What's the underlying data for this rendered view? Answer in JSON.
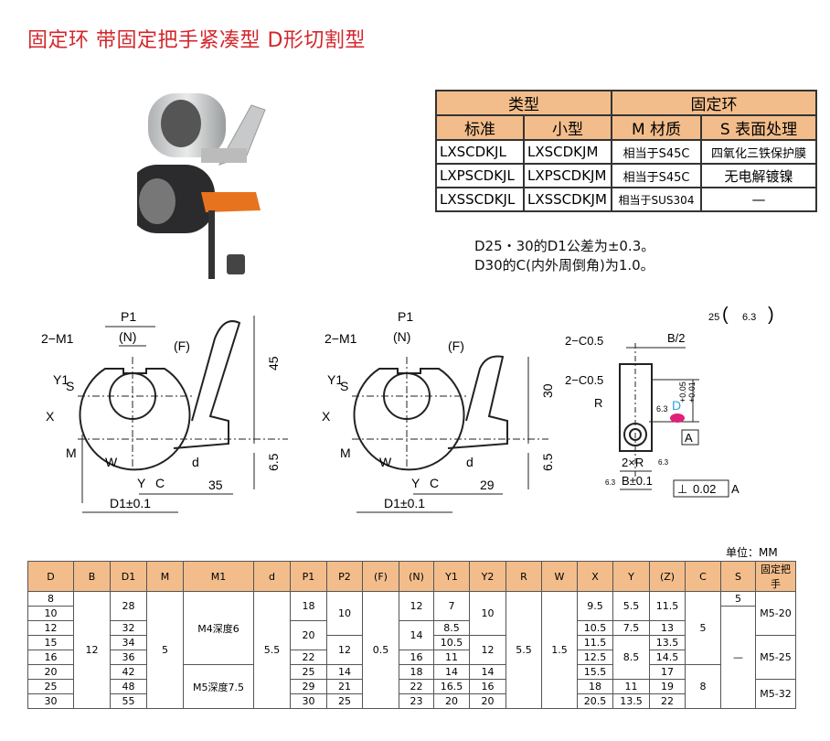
{
  "title": "固定环 带固定把手紧凑型 D形切割型",
  "spec_table": {
    "group_type": "类型",
    "group_ring": "固定环",
    "col_standard": "标准",
    "col_small": "小型",
    "col_material": "M 材质",
    "col_surface": "S  表面处理",
    "rows": [
      {
        "standard": "LXSCDKJL",
        "small": "LXSCDKJM",
        "material": "相当于S45C",
        "surface": "四氧化三铁保护膜"
      },
      {
        "standard": "LXPSCDKJL",
        "small": "LXPSCDKJM",
        "material": "相当于S45C",
        "surface": "无电解镀镍"
      },
      {
        "standard": "LXSSCDKJL",
        "small": "LXSSCDKJM",
        "material": "相当于SUS304",
        "surface": "—"
      }
    ]
  },
  "notes": [
    "D25・30的D1公差为±0.3。",
    "D30的C(内外周倒角)为1.0。"
  ],
  "drawing1": {
    "p1": "P1",
    "n": "(N)",
    "m1": "2−M1",
    "f": "(F)",
    "y1": "Y1",
    "s": "S",
    "x": "X",
    "m": "M",
    "w": "W",
    "y": "Y",
    "c": "C",
    "d": "d",
    "d1": "D1±0.1",
    "len": "35",
    "h": "45",
    "b": "6.5"
  },
  "drawing2": {
    "p1": "P1",
    "n": "(N)",
    "m1": "2−M1",
    "f": "(F)",
    "y1": "Y1",
    "s": "S",
    "x": "X",
    "m": "M",
    "w": "W",
    "y": "Y",
    "c": "C",
    "d": "d",
    "d1": "D1±0.1",
    "len": "29",
    "h": "30",
    "b": "6.5"
  },
  "drawing3": {
    "rough": "25",
    "rough2": "6.3",
    "c1": "2−C0.5",
    "c2": "2−C0.5",
    "b2": "B/2",
    "r": "R",
    "tol_up": "+0.05",
    "tol_lo": "+0.01",
    "dd": "D",
    "r63": "6.3",
    "datum": "A",
    "tworx": "2×R",
    "r63b": "6.3",
    "bpm": "B±0.1",
    "r63c": "6.3",
    "perp": "⊥",
    "perp_val": "0.02",
    "perp_ref": "A"
  },
  "unit": "单位：MM",
  "dim_table": {
    "headers": [
      "D",
      "B",
      "D1",
      "M",
      "M1",
      "d",
      "P1",
      "P2",
      "(F)",
      "(N)",
      "Y1",
      "Y2",
      "R",
      "W",
      "X",
      "Y",
      "(Z)",
      "C",
      "S",
      "固定把手"
    ],
    "columns": [
      [
        [
          "8",
          1
        ],
        [
          "10",
          1
        ],
        [
          "12",
          1
        ],
        [
          "15",
          1
        ],
        [
          "16",
          1
        ],
        [
          "20",
          1
        ],
        [
          "25",
          1
        ],
        [
          "30",
          1
        ]
      ],
      [
        [
          "12",
          8
        ]
      ],
      [
        [
          "28",
          2
        ],
        [
          "32",
          1
        ],
        [
          "34",
          1
        ],
        [
          "36",
          1
        ],
        [
          "42",
          1
        ],
        [
          "48",
          1
        ],
        [
          "55",
          1
        ]
      ],
      [
        [
          "5",
          8
        ]
      ],
      [
        [
          "M4深度6",
          5
        ],
        [
          "M5深度7.5",
          3
        ]
      ],
      [
        [
          "5.5",
          8
        ]
      ],
      [
        [
          "18",
          2
        ],
        [
          "20",
          2
        ],
        [
          "22",
          1
        ],
        [
          "25",
          1
        ],
        [
          "29",
          1
        ],
        [
          "30",
          1
        ]
      ],
      [
        [
          "10",
          3
        ],
        [
          "12",
          2
        ],
        [
          "14",
          1
        ],
        [
          "21",
          1
        ],
        [
          "25",
          1
        ]
      ],
      [
        [
          "0.5",
          8
        ]
      ],
      [
        [
          "12",
          2
        ],
        [
          "14",
          2
        ],
        [
          "16",
          1
        ],
        [
          "18",
          1
        ],
        [
          "22",
          1
        ],
        [
          "23",
          1
        ]
      ],
      [
        [
          "7",
          2
        ],
        [
          "8.5",
          1
        ],
        [
          "10.5",
          1
        ],
        [
          "11",
          1
        ],
        [
          "14",
          1
        ],
        [
          "16.5",
          1
        ],
        [
          "20",
          1
        ]
      ],
      [
        [
          "10",
          3
        ],
        [
          "12",
          2
        ],
        [
          "14",
          1
        ],
        [
          "16",
          1
        ],
        [
          "20",
          1
        ]
      ],
      [
        [
          "5.5",
          8
        ]
      ],
      [
        [
          "1.5",
          8
        ]
      ],
      [
        [
          "9.5",
          2
        ],
        [
          "10.5",
          1
        ],
        [
          "11.5",
          1
        ],
        [
          "12.5",
          1
        ],
        [
          "15.5",
          1
        ],
        [
          "18",
          1
        ],
        [
          "20.5",
          1
        ]
      ],
      [
        [
          "5.5",
          2
        ],
        [
          "7.5",
          1
        ],
        [
          "8.5",
          3
        ],
        [
          "11",
          1
        ],
        [
          "13.5",
          1
        ]
      ],
      [
        [
          "11.5",
          2
        ],
        [
          "13",
          1
        ],
        [
          "13.5",
          1
        ],
        [
          "14.5",
          1
        ],
        [
          "17",
          1
        ],
        [
          "19",
          1
        ],
        [
          "22",
          1
        ]
      ],
      [
        [
          "5",
          5
        ],
        [
          "8",
          3
        ]
      ],
      [
        [
          "5",
          1
        ],
        [
          "—",
          7
        ]
      ],
      [
        [
          "M5-20",
          3
        ],
        [
          "M5-25",
          3
        ],
        [
          "M5-32",
          2
        ]
      ]
    ]
  },
  "colors": {
    "title": "#d3262b",
    "header_bg": "#f3bd8b",
    "handle_orange": "#e8731e"
  }
}
